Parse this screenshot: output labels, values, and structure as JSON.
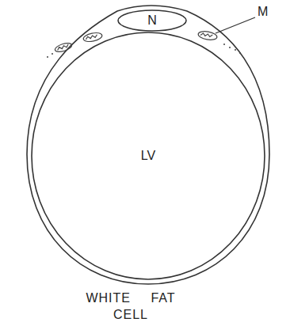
{
  "diagram": {
    "caption": "WHITE FAT CELL",
    "nodes": [
      {
        "text": [
          "LV"
        ]
      },
      {
        "text": [
          "N"
        ]
      }
    ],
    "labels": [
      "M"
    ]
  }
}
